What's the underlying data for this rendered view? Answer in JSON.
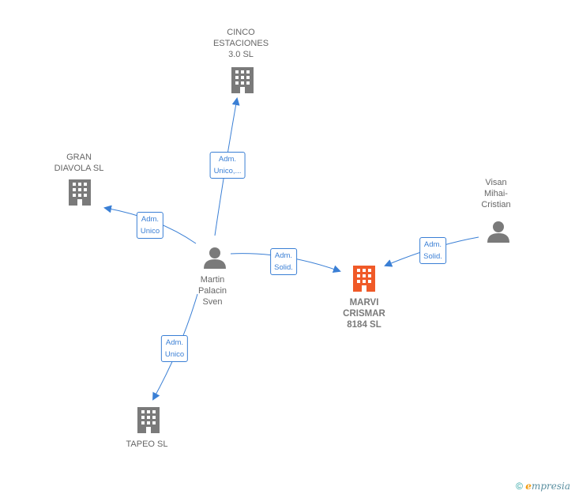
{
  "colors": {
    "edge": "#3a7fd5",
    "building": "#7a7a7a",
    "building_main": "#f05a28",
    "person": "#7a7a7a"
  },
  "nodes": {
    "cinco": {
      "label": "CINCO\nESTACIONES\n3.0  SL",
      "icon": "building-icon"
    },
    "gran": {
      "label": "GRAN\nDIAVOLA SL",
      "icon": "building-icon"
    },
    "martin": {
      "label": "Martin\nPalacin\nSven",
      "icon": "person-icon"
    },
    "marvi": {
      "label": "MARVI\nCRISMAR\n8184  SL",
      "icon": "building-icon"
    },
    "visan": {
      "label": "Visan\nMihai-\nCristian",
      "icon": "person-icon"
    },
    "tapeo": {
      "label": "TAPEO  SL",
      "icon": "building-icon"
    }
  },
  "edges": {
    "martin_cinco": "Adm.\nUnico,...",
    "martin_gran": "Adm.\nUnico",
    "martin_marvi": "Adm.\nSolid.",
    "visan_marvi": "Adm.\nSolid.",
    "martin_tapeo": "Adm.\nUnico"
  },
  "watermark": {
    "symbol": "©",
    "brand": "mpresia",
    "brand_initial": "e"
  }
}
